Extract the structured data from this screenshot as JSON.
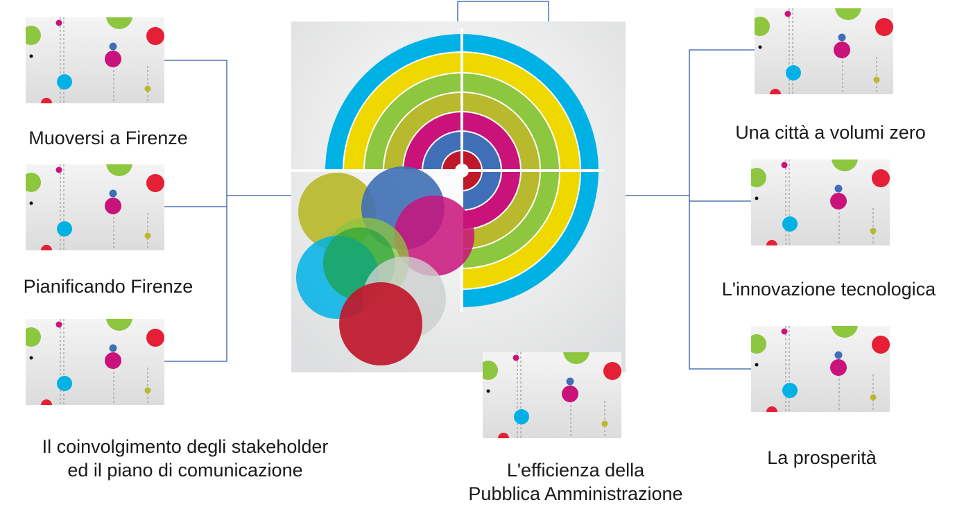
{
  "topics": {
    "muoversi": "Muoversi a Firenze",
    "pianificando": "Pianificando Firenze",
    "stakeholder_line1": "Il coinvolgimento degli stakeholder",
    "stakeholder_line2": "ed il piano di comunicazione",
    "volumi_zero": "Una città a volumi zero",
    "innovazione": "L'innovazione tecnologica",
    "prosperita": "La prosperità",
    "efficienza_line1": "L'efficienza della",
    "efficienza_line2": "Pubblica Amministrazione"
  },
  "colors": {
    "connector": "#2f5aa8",
    "cyan": "#00b1e6",
    "yellow": "#eed800",
    "green": "#8dc63f",
    "olive": "#b8b92c",
    "magenta": "#c9137a",
    "blue": "#3f6fb6",
    "red": "#c0182b",
    "grey": "#cdcfd0",
    "thumb_bg": "#e9e9ea"
  },
  "icons": {
    "thumbnail": "dots-pattern-icon",
    "central_logo": "concentric-rings-logo"
  }
}
